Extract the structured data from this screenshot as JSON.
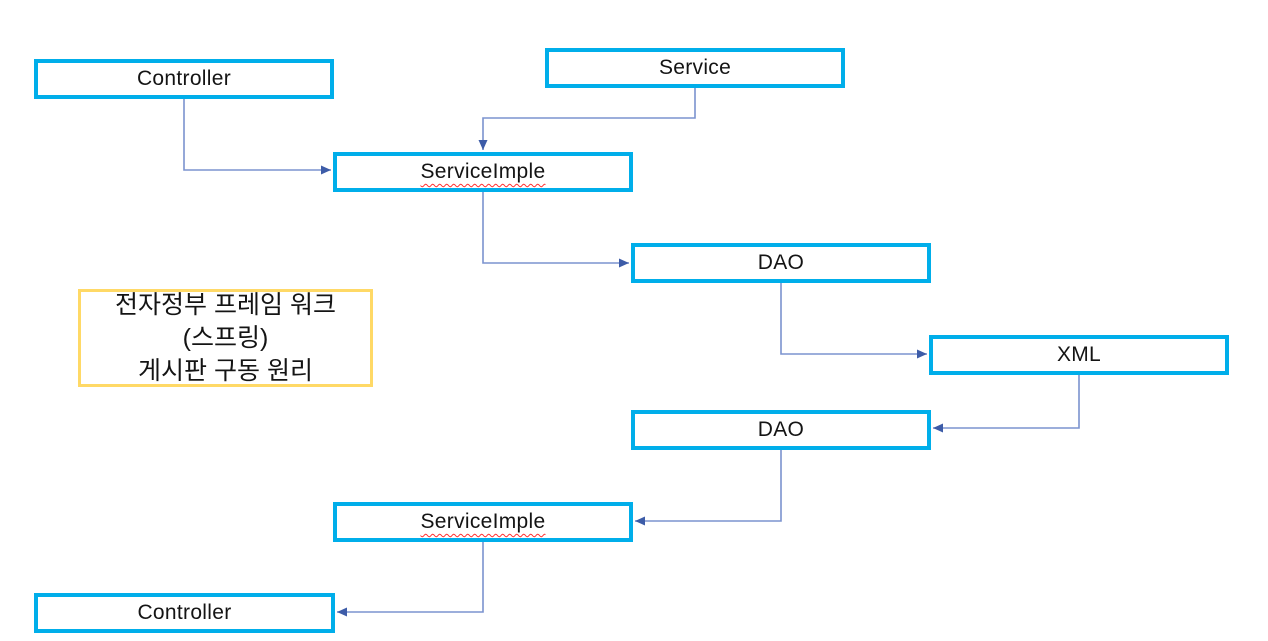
{
  "diagram": {
    "title_note": {
      "lines": [
        "전자정부 프레임 워크",
        "(스프링)",
        "게시판 구동 원리"
      ]
    },
    "nodes": [
      {
        "id": "controller-top",
        "label": "Controller",
        "misspelled": false
      },
      {
        "id": "service",
        "label": "Service",
        "misspelled": false
      },
      {
        "id": "serviceimple-1",
        "label": "ServiceImple",
        "misspelled": true
      },
      {
        "id": "dao-1",
        "label": "DAO",
        "misspelled": false
      },
      {
        "id": "xml",
        "label": "XML",
        "misspelled": false
      },
      {
        "id": "dao-2",
        "label": "DAO",
        "misspelled": false
      },
      {
        "id": "serviceimple-2",
        "label": "ServiceImple",
        "misspelled": true
      },
      {
        "id": "controller-bottom",
        "label": "Controller",
        "misspelled": false
      }
    ],
    "edges": [
      {
        "from": "controller-top",
        "to": "serviceimple-1"
      },
      {
        "from": "service",
        "to": "serviceimple-1"
      },
      {
        "from": "serviceimple-1",
        "to": "dao-1"
      },
      {
        "from": "dao-1",
        "to": "xml"
      },
      {
        "from": "xml",
        "to": "dao-2"
      },
      {
        "from": "dao-2",
        "to": "serviceimple-2"
      },
      {
        "from": "serviceimple-2",
        "to": "controller-bottom"
      }
    ],
    "colors": {
      "node_border": "#00aeea",
      "note_border": "#ffd966",
      "connector": "#7b93cf",
      "arrowhead": "#3d5ca8"
    }
  }
}
